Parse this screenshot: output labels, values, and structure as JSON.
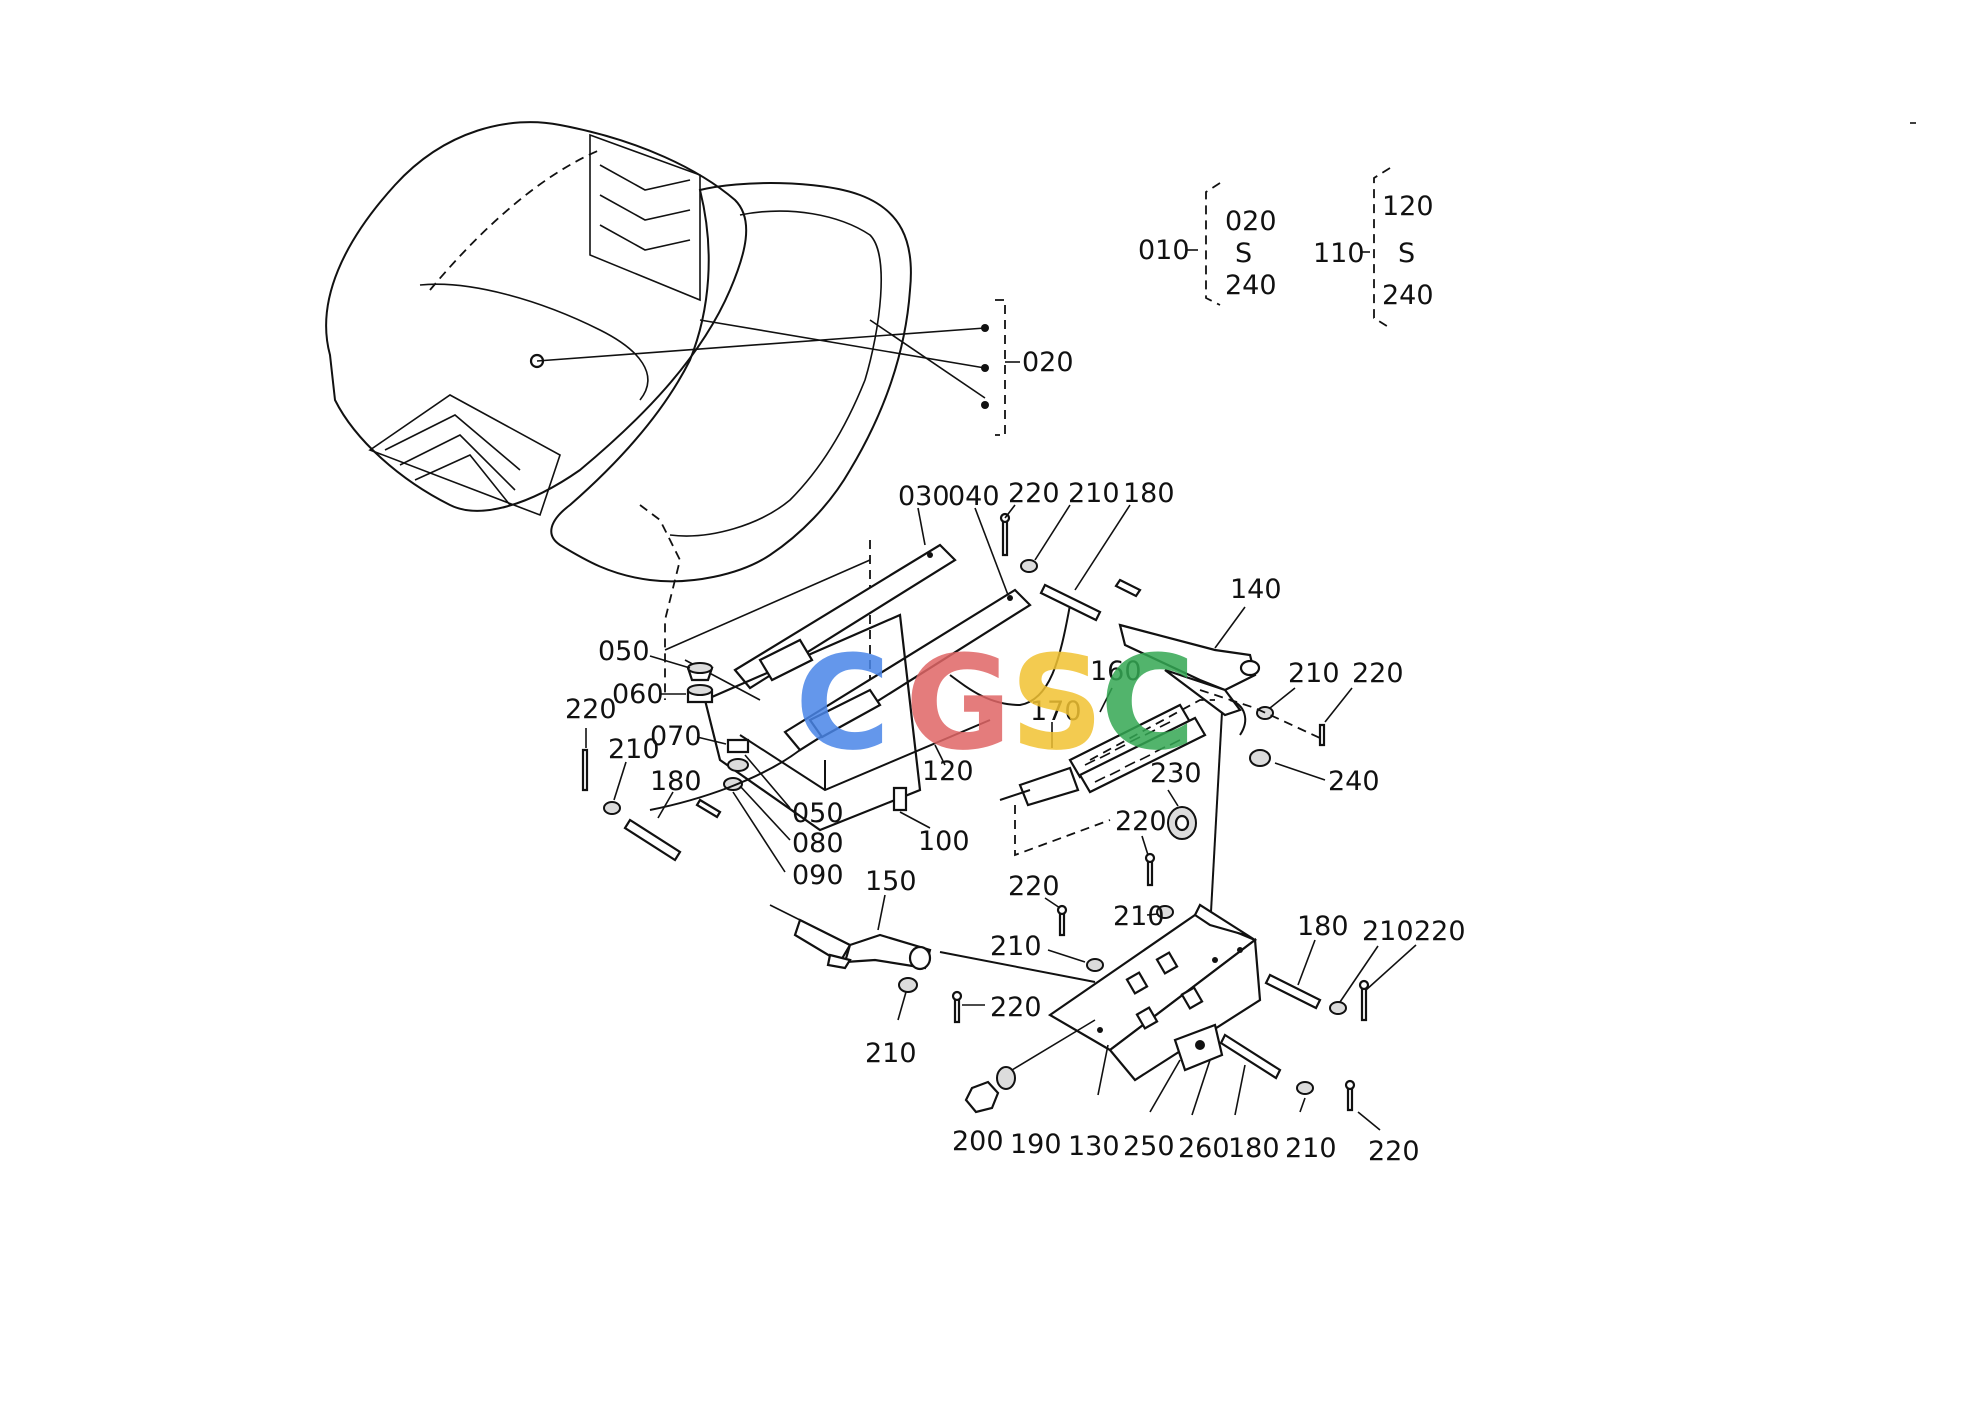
{
  "diagram": {
    "key_groups": [
      {
        "id": "010",
        "from": "020",
        "to": "240"
      },
      {
        "id": "110",
        "from": "120",
        "to": "240"
      }
    ],
    "tilde": "S",
    "labels": {
      "l020_seat": "020",
      "l030": "030",
      "l040": "040",
      "l220_top": "220",
      "l210_top": "210",
      "l180_top": "180",
      "l140": "140",
      "l210_r": "210",
      "l220_r": "220",
      "l050_a": "050",
      "l060": "060",
      "l070": "070",
      "l220_l": "220",
      "l210_l": "210",
      "l180_l": "180",
      "l050_b": "050",
      "l080": "080",
      "l090": "090",
      "l160": "160",
      "l170": "170",
      "l120": "120",
      "l240": "240",
      "l230": "230",
      "l100": "100",
      "l220_m": "220",
      "l220_m2": "220",
      "l210_m": "210",
      "l150": "150",
      "l210_m2": "210",
      "l180_r": "180",
      "l210_r2": "210",
      "l220_r2": "220",
      "l220_b": "220",
      "l210_b": "210",
      "l200": "200",
      "l190": "190",
      "l130": "130",
      "l250": "250",
      "l260": "260",
      "l180_b": "180",
      "l210_b2": "210",
      "l220_b2": "220"
    },
    "watermark": {
      "text": "CGSC",
      "colors": [
        "#4a86e8",
        "#e06666",
        "#f1c232",
        "#34a853"
      ]
    }
  }
}
